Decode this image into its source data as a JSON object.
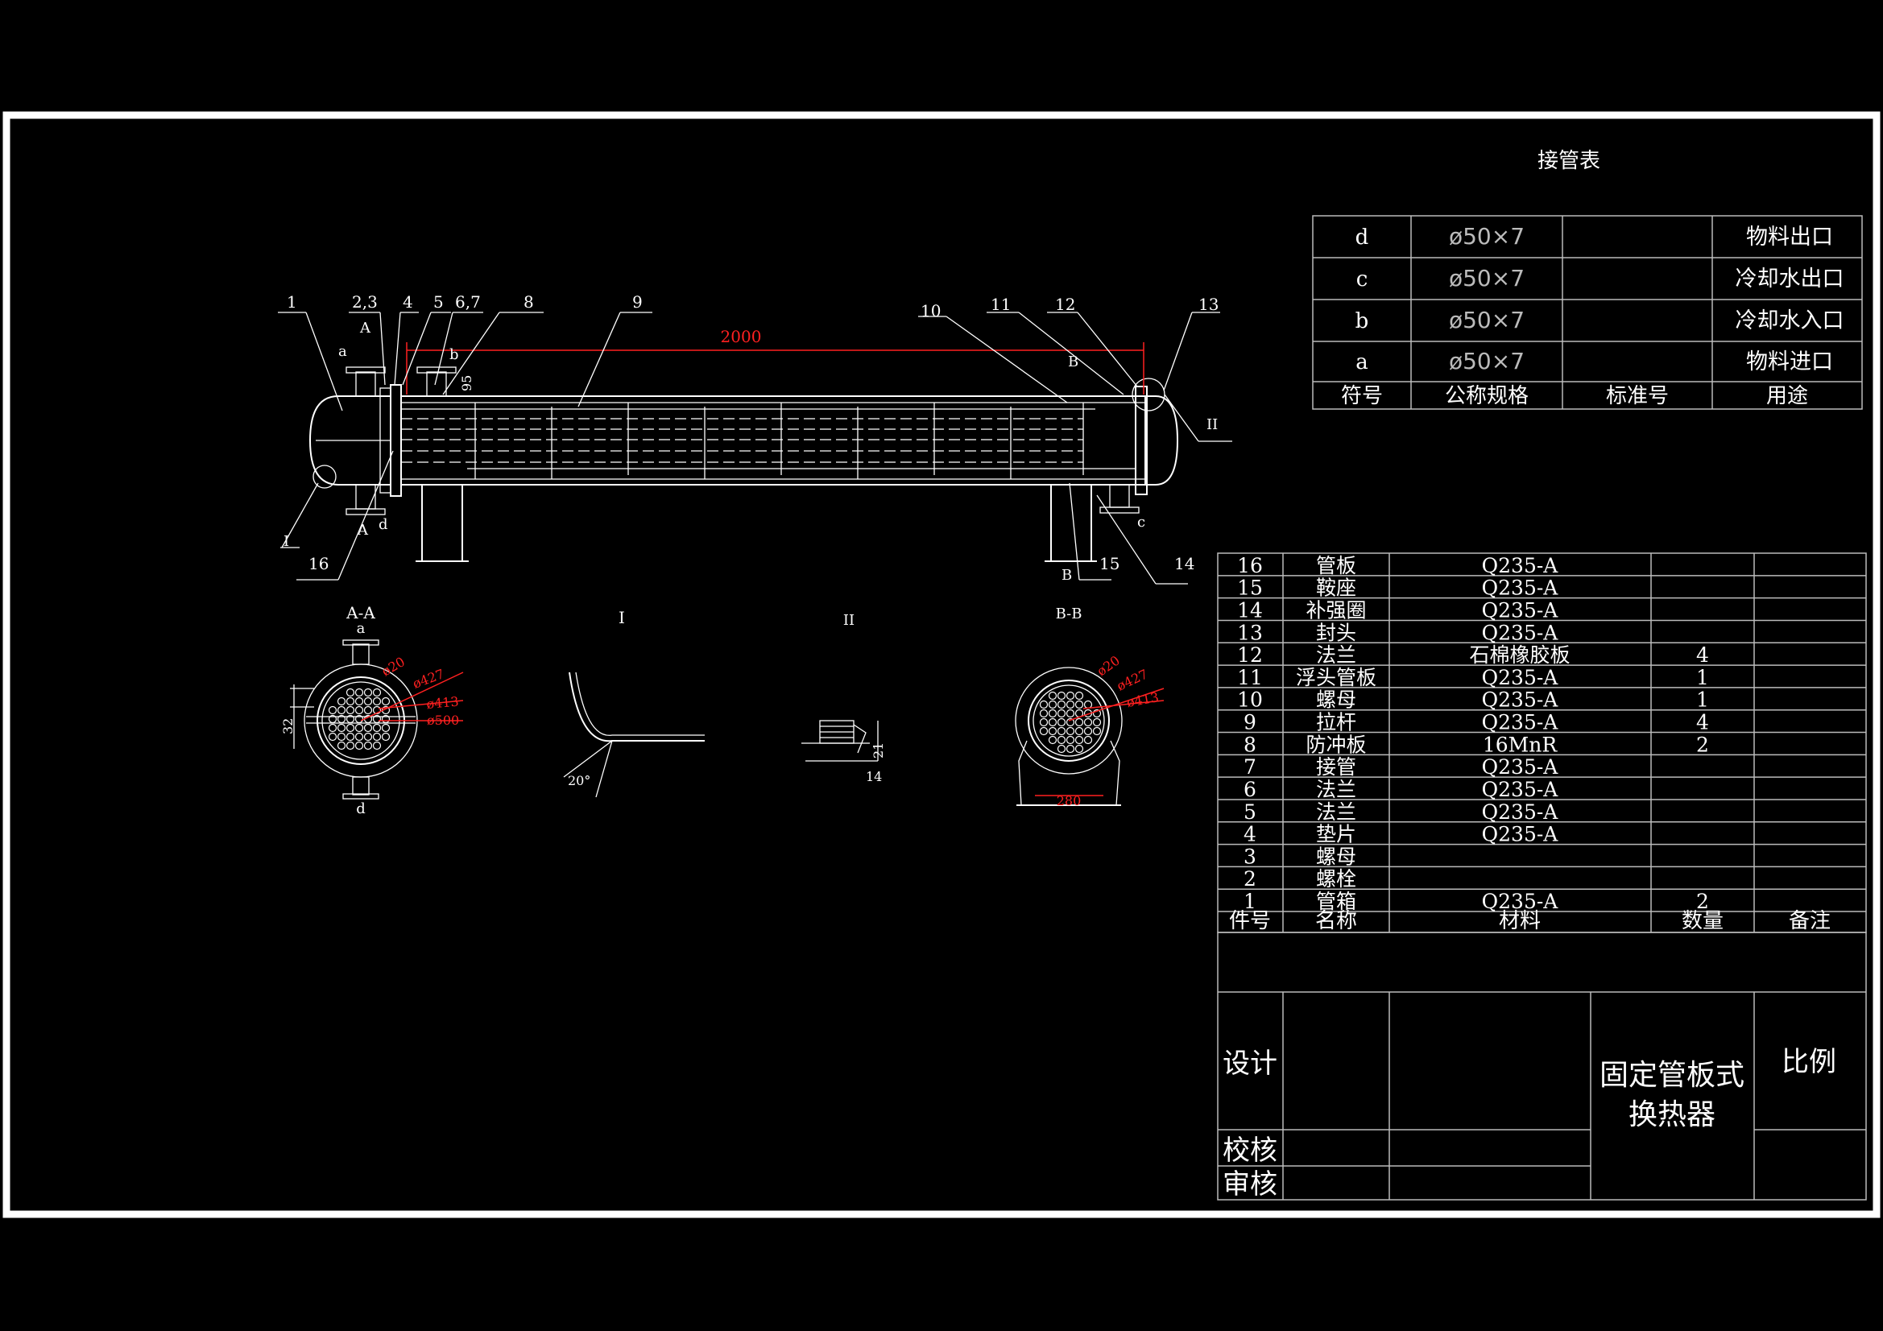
{
  "nozzle_table": {
    "title": "接管表",
    "rows": [
      {
        "symbol": "d",
        "spec": "ø50×7",
        "standard": "",
        "use": "物料出口"
      },
      {
        "symbol": "c",
        "spec": "ø50×7",
        "standard": "",
        "use": "冷却水出口"
      },
      {
        "symbol": "b",
        "spec": "ø50×7",
        "standard": "",
        "use": "冷却水入口"
      },
      {
        "symbol": "a",
        "spec": "ø50×7",
        "standard": "",
        "use": "物料进口"
      }
    ],
    "header": {
      "symbol": "符号",
      "spec": "公称规格",
      "standard": "标准号",
      "use": "用途"
    }
  },
  "parts_list": {
    "rows": [
      {
        "no": "16",
        "name": "管板",
        "material": "Q235-A",
        "qty": "",
        "note": ""
      },
      {
        "no": "15",
        "name": "鞍座",
        "material": "Q235-A",
        "qty": "",
        "note": ""
      },
      {
        "no": "14",
        "name": "补强圈",
        "material": "Q235-A",
        "qty": "",
        "note": ""
      },
      {
        "no": "13",
        "name": "封头",
        "material": "Q235-A",
        "qty": "",
        "note": ""
      },
      {
        "no": "12",
        "name": "法兰",
        "material": "石棉橡胶板",
        "qty": "4",
        "note": ""
      },
      {
        "no": "11",
        "name": "浮头管板",
        "material": "Q235-A",
        "qty": "1",
        "note": ""
      },
      {
        "no": "10",
        "name": "螺母",
        "material": "Q235-A",
        "qty": "1",
        "note": ""
      },
      {
        "no": "9",
        "name": "拉杆",
        "material": "Q235-A",
        "qty": "4",
        "note": ""
      },
      {
        "no": "8",
        "name": "防冲板",
        "material": "16MnR",
        "qty": "2",
        "note": ""
      },
      {
        "no": "7",
        "name": "接管",
        "material": "Q235-A",
        "qty": "",
        "note": ""
      },
      {
        "no": "6",
        "name": "法兰",
        "material": "Q235-A",
        "qty": "",
        "note": ""
      },
      {
        "no": "5",
        "name": "法兰",
        "material": "Q235-A",
        "qty": "",
        "note": ""
      },
      {
        "no": "4",
        "name": "垫片",
        "material": "Q235-A",
        "qty": "",
        "note": ""
      },
      {
        "no": "3",
        "name": "螺母",
        "material": "",
        "qty": "",
        "note": ""
      },
      {
        "no": "2",
        "name": "螺栓",
        "material": "",
        "qty": "",
        "note": ""
      },
      {
        "no": "1",
        "name": "管箱",
        "material": "Q235-A",
        "qty": "2",
        "note": ""
      }
    ],
    "header": {
      "no": "件号",
      "name": "名称",
      "material": "材料",
      "qty": "数量",
      "note": "备注"
    }
  },
  "title_block": {
    "design": "设计",
    "check": "校核",
    "review": "审核",
    "drawing_title_1": "固定管板式",
    "drawing_title_2": "换热器",
    "scale_label": "比例"
  },
  "main_view": {
    "dimension_length": "2000",
    "leaders": [
      "1",
      "2,3",
      "4",
      "5",
      "6,7",
      "8",
      "9",
      "10",
      "11",
      "12",
      "13",
      "16",
      "15",
      "14"
    ],
    "nozzle_labels": {
      "a": "a",
      "b": "b",
      "c": "c",
      "d": "d"
    },
    "section_marks": {
      "A_top": "A",
      "A_bottom": "A",
      "B_top": "B",
      "B_bottom": "B"
    },
    "detail_marks": {
      "I": "I",
      "II": "II"
    },
    "small_dim": "95"
  },
  "section_aa": {
    "title": "A-A",
    "top_label": "a",
    "bottom_label": "d",
    "dims": [
      "ø20",
      "ø427",
      "ø413",
      "ø500"
    ],
    "side_dim": "32"
  },
  "section_bb": {
    "title": "B-B",
    "dims": [
      "ø20",
      "ø427",
      "ø413"
    ],
    "bottom_dim": "280"
  },
  "detail_1": {
    "title": "I",
    "angle": "20°"
  },
  "detail_2": {
    "title": "II",
    "dim_v": "21",
    "dim_h": "14"
  },
  "colors": {
    "background": "#000000",
    "line": "#ffffff",
    "dimension": "#ff2020"
  }
}
